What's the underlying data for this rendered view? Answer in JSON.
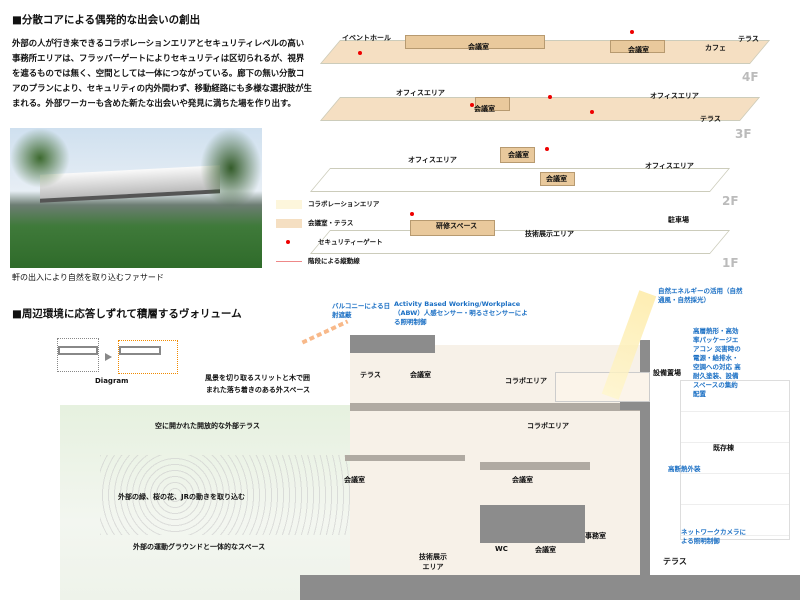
{
  "section1": {
    "title": "■分散コアによる偶発的な出会いの創出",
    "body": "外部の人が行き来できるコラボレーションエリアとセキュリティレベルの高い事務所エリアは、フラッパーゲートによりセキュリティは区切られるが、視界を遮るものでは無く、空間としては一体につながっている。廊下の無い分散コアのプランにより、セキュリティの内外間わず、移動経路にも多様な選択肢が生まれる。外部ワーカーも含めた新たな出会いや発見に満ちた場を作り出す。",
    "photo_caption": "軒の出入により自然を取り込むファサード"
  },
  "plans": {
    "floors": [
      "4F",
      "3F",
      "2F",
      "1F"
    ],
    "f4": [
      "イベントホール",
      "会議室",
      "会議室",
      "カフェ",
      "テラス"
    ],
    "f3": [
      "オフィスエリア",
      "会議室",
      "オフィスエリア",
      "テラス"
    ],
    "f2": [
      "オフィスエリア",
      "会議室",
      "会議室",
      "オフィスエリア"
    ],
    "f1": [
      "研修スペース",
      "技術展示エリア",
      "駐車場"
    ],
    "legend": [
      "コラボレーションエリア",
      "会議室・テラス",
      "セキュリティーゲート",
      "階段による縦動線"
    ],
    "colors": {
      "collab": "#fdf6dc",
      "meeting": "#f5dfc2",
      "gate": "#e00000",
      "stair": "#e88"
    }
  },
  "section2": {
    "title": "■周辺環境に応答しずれて積層するヴォリューム",
    "diagram_label": "Diagram",
    "callouts_left": [
      "風景を切り取るスリットと木で囲まれた落ち着きのある外スペース",
      "空に開かれた開放的な外部テラス",
      "外部の緑、桜の花、JRの動きを取り込む",
      "外部の運動グラウンドと一体的なスペース"
    ],
    "callouts_blue": [
      "バルコニーによる日射遮蔽",
      "Activity Based Working/Workplace（ABW）人感センサー・明るさセンサーによる照明制御",
      "自然エネルギーの活用（自然通風・自然採光）",
      "高層熱形・高効率パッケージエアコン 災害時の電源・給排水・空調への対応 高耐久塗装、設備スペースの集約配置",
      "高断熱外装",
      "ネットワークカメラによる照明制御"
    ],
    "rooms": [
      "テラス",
      "会議室",
      "コラボエリア",
      "コラボエリア",
      "会議室",
      "会議室",
      "技術展示エリア",
      "WC",
      "会議室",
      "事務室",
      "テラス",
      "設備置場",
      "既存棟"
    ]
  }
}
